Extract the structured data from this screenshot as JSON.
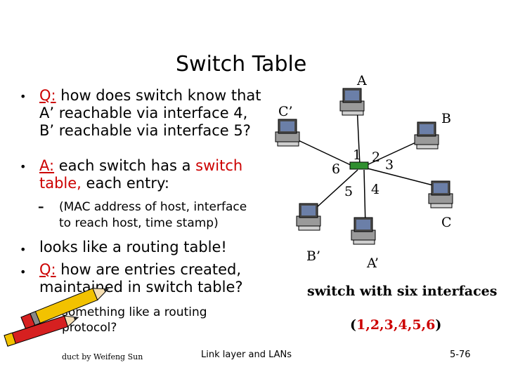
{
  "slide": {
    "title": "Switch Table",
    "bullet1": {
      "q_label": "Q:",
      "line1_rest": " how does switch know that",
      "line2": "A’ reachable via interface 4,",
      "line3": "B’ reachable via interface 5?"
    },
    "bullet2": {
      "a_label": "A:",
      "line1_mid": "  each switch has a ",
      "line1_red": "switch",
      "line2_red": "table,",
      "line2_rest": " each entry:"
    },
    "sub1": {
      "dash": "–",
      "line1": "(MAC address of host, interface",
      "line2": "to reach host, time stamp)"
    },
    "bullet3": "looks like a routing table!",
    "bullet4": {
      "q_label": "Q:",
      "line1_rest": " how are entries created,",
      "line2": "maintained in switch table?"
    },
    "sub2": {
      "dash": "–",
      "line1": "something like a routing",
      "line2": "protocol?"
    }
  },
  "diagram": {
    "hosts": [
      "A",
      "B",
      "C",
      "A’",
      "B’",
      "C’"
    ],
    "ports": [
      "1",
      "2",
      "3",
      "4",
      "5",
      "6"
    ],
    "caption": "switch with six interfaces",
    "interfaces_open": "(",
    "interfaces_list": "1,2,3,4,5,6",
    "interfaces_close": ")"
  },
  "footer": {
    "credit": "duct by Weifeng Sun",
    "center": "Link layer and LANs",
    "page": "5-76"
  },
  "colors": {
    "red": "#cc0000",
    "switch_green": "#2f8f2f",
    "pencil_yellow": "#f2c200",
    "pencil_red": "#d62020"
  }
}
